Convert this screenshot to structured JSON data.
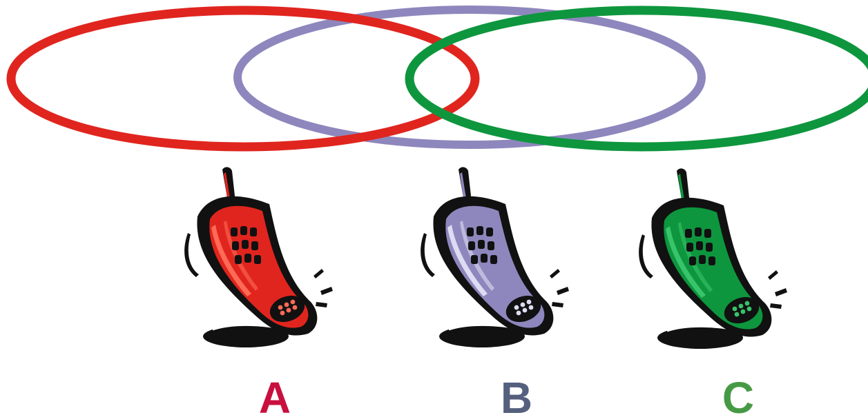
{
  "colors": {
    "background": "#ffffff",
    "red": "#e0251f",
    "violet": "#8e87bd",
    "green": "#0e963e",
    "ink": "#111111",
    "label_a": "#c8103e",
    "label_b": "#55607e",
    "label_c": "#479a45"
  },
  "rings": [
    {
      "name": "A",
      "color_key": "red"
    },
    {
      "name": "B",
      "color_key": "violet"
    },
    {
      "name": "C",
      "color_key": "green"
    }
  ],
  "phones": [
    {
      "label": "A",
      "color_key": "red",
      "highlight": "#ff6a55"
    },
    {
      "label": "B",
      "color_key": "violet",
      "highlight": "#dcdcf2"
    },
    {
      "label": "C",
      "color_key": "green",
      "highlight": "#38c46a"
    }
  ],
  "labels": {
    "a": "A",
    "b": "B",
    "c": "C"
  }
}
